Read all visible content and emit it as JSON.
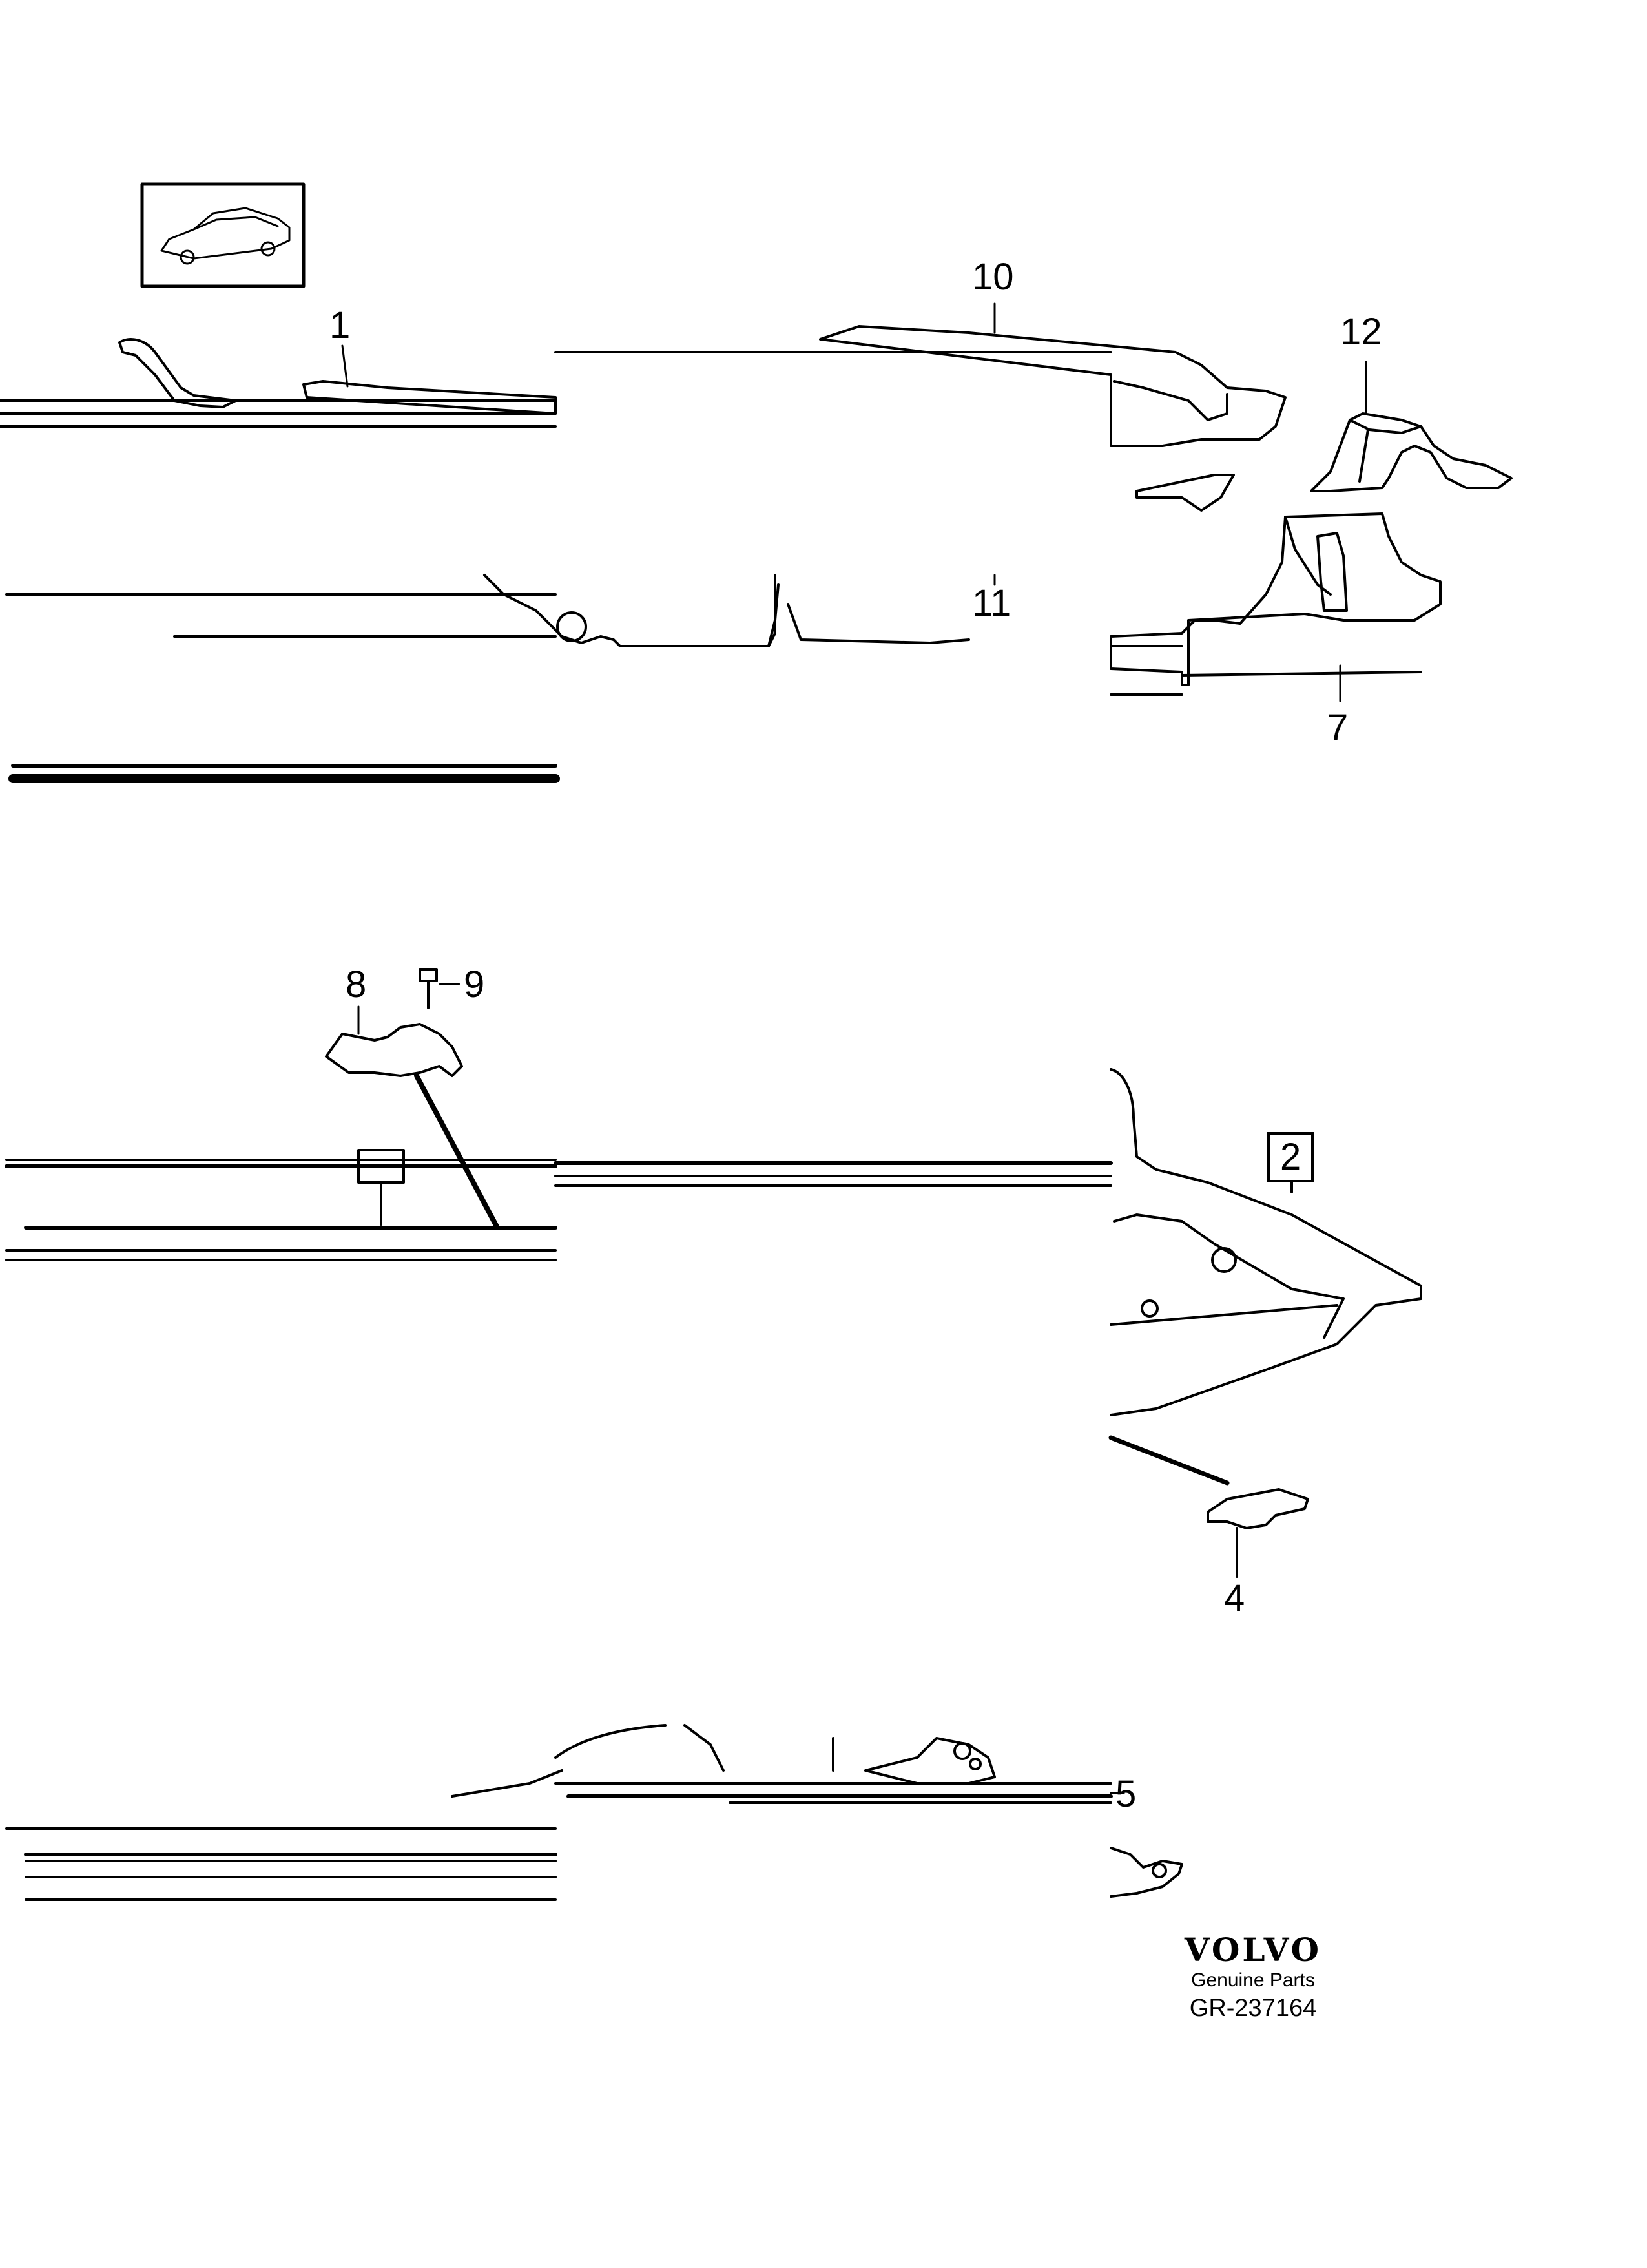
{
  "callouts": [
    {
      "id": "1",
      "text": "1"
    },
    {
      "id": "2",
      "text": "2"
    },
    {
      "id": "4",
      "text": "4"
    },
    {
      "id": "5",
      "text": "5"
    },
    {
      "id": "7",
      "text": "7"
    },
    {
      "id": "8",
      "text": "8"
    },
    {
      "id": "9",
      "text": "9"
    },
    {
      "id": "10",
      "text": "10"
    },
    {
      "id": "11",
      "text": "11"
    },
    {
      "id": "12",
      "text": "12"
    }
  ],
  "brand": {
    "logo": "VOLVO",
    "tagline": "Genuine Parts",
    "code": "GR-237164"
  }
}
